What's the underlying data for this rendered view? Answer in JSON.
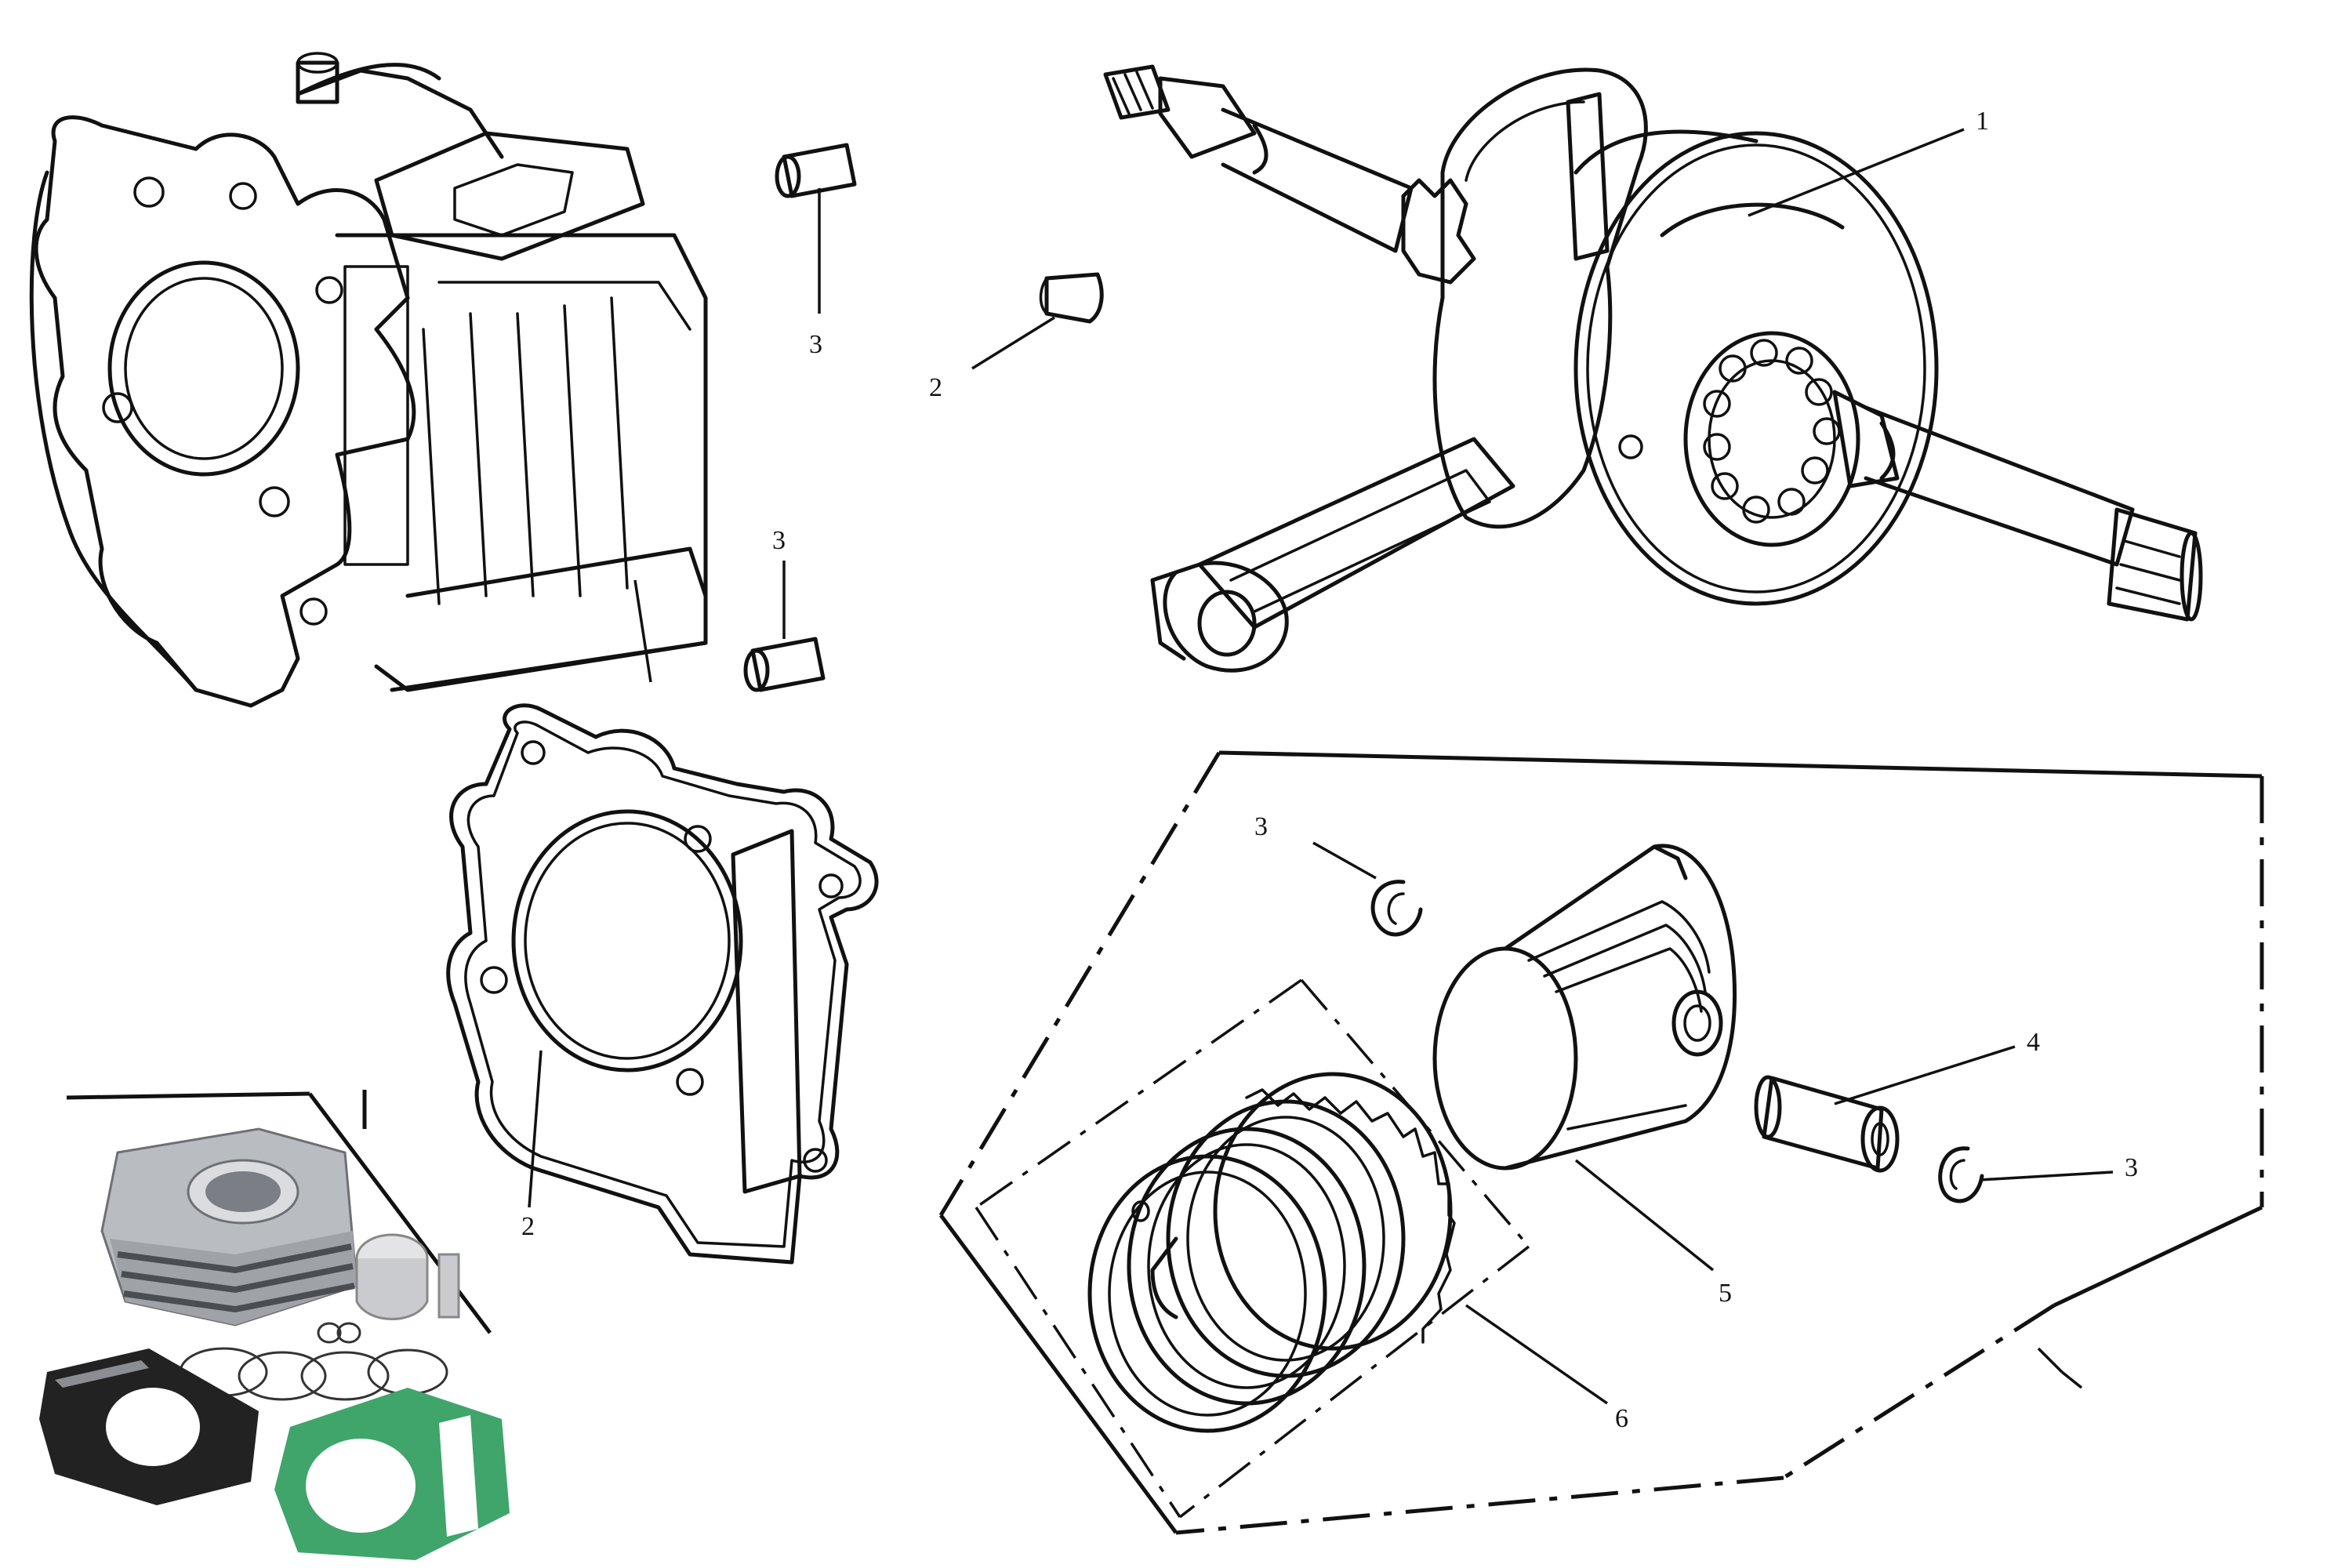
{
  "callouts": {
    "crankshaft": "1",
    "woodruff_key": "2",
    "dowel_top": "3",
    "dowel_bottom": "3",
    "gasket": "2",
    "clip_top": "3",
    "piston_pin": "4",
    "clip_right": "3",
    "piston": "5",
    "piston_rings": "6"
  },
  "colors": {
    "line": "#111111",
    "gasket_green": "#3fa56b",
    "gasket_black": "#222222",
    "cylinder_alloy": "#b9bcc0",
    "fins_dark": "#4a4d52"
  },
  "icons": {
    "cylinder": "cylinder-block-icon",
    "crankshaft": "crankshaft-icon",
    "piston": "piston-icon",
    "gasket": "gasket-icon",
    "photo": "kit-photo"
  }
}
